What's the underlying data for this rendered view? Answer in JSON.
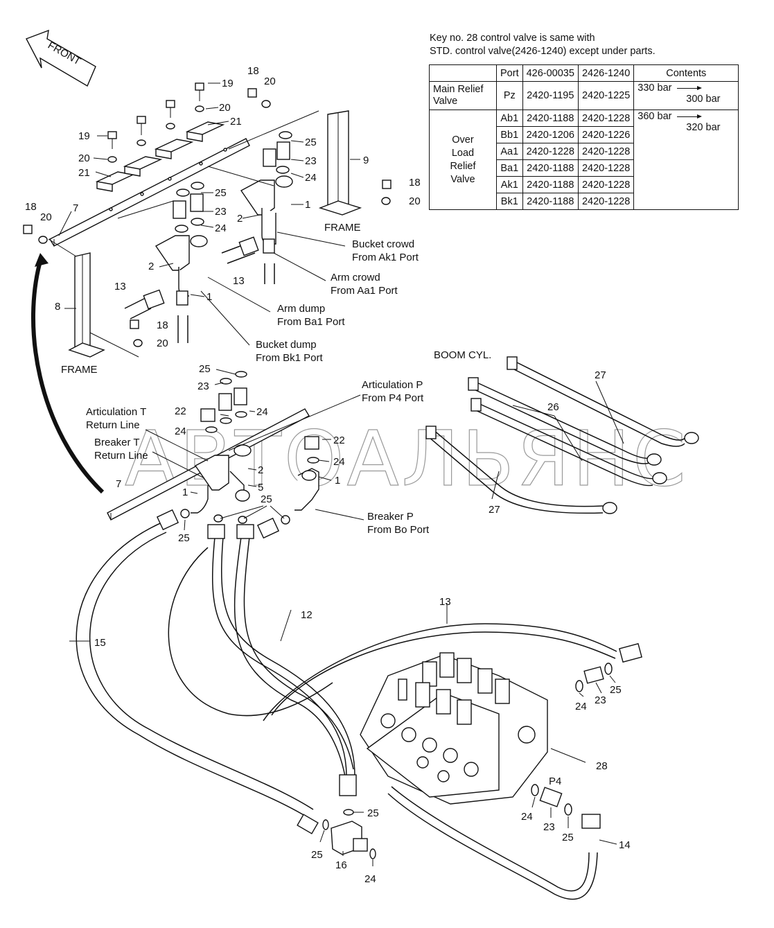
{
  "note": {
    "line1": "Key no. 28 control valve is same with",
    "line2": "STD. control valve(2426-1240) except under parts."
  },
  "table": {
    "headers": [
      "",
      "Port",
      "426-00035",
      "2426-1240",
      "Contents"
    ],
    "main_relief": {
      "name_line1": "Main Relief",
      "name_line2": "Valve",
      "port": "Pz",
      "a": "2420-1195",
      "b": "2420-1225",
      "from": "330 bar",
      "to": "300 bar"
    },
    "overload": {
      "name_lines": [
        "Over",
        "Load",
        "Relief",
        "Valve"
      ],
      "from": "360 bar",
      "to": "320 bar",
      "rows": [
        {
          "port": "Ab1",
          "a": "2420-1188",
          "b": "2420-1228"
        },
        {
          "port": "Bb1",
          "a": "2420-1206",
          "b": "2420-1226"
        },
        {
          "port": "Aa1",
          "a": "2420-1228",
          "b": "2420-1228"
        },
        {
          "port": "Ba1",
          "a": "2420-1188",
          "b": "2420-1228"
        },
        {
          "port": "Ak1",
          "a": "2420-1188",
          "b": "2420-1228"
        },
        {
          "port": "Bk1",
          "a": "2420-1188",
          "b": "2420-1228"
        }
      ]
    }
  },
  "front_label": "FRONT",
  "watermark": "АВТОАЛЬЯНС",
  "texts": {
    "frame_a": "FRAME",
    "frame_b": "FRAME",
    "bucket_crowd_1": "Bucket crowd",
    "bucket_crowd_2": "From Ak1 Port",
    "arm_crowd_1": "Arm crowd",
    "arm_crowd_2": "From Aa1 Port",
    "arm_dump_1": "Arm dump",
    "arm_dump_2": "From Ba1 Port",
    "bucket_dump_1": "Bucket dump",
    "bucket_dump_2": "From Bk1 Port",
    "boom_cyl": "BOOM CYL.",
    "artic_p_1": "Articulation P",
    "artic_p_2": "From P4 Port",
    "artic_t_1": "Articulation T",
    "artic_t_2": "Return Line",
    "breaker_t_1": "Breaker T",
    "breaker_t_2": "Return Line",
    "breaker_p_1": "Breaker P",
    "breaker_p_2": "From Bo Port",
    "p4": "P4"
  },
  "callouts": {
    "c18a": "18",
    "c20a": "20",
    "c19a": "19",
    "c20b": "20",
    "c21a": "21",
    "c19b": "19",
    "c20c": "20",
    "c21b": "21",
    "c25a": "25",
    "c23a": "23",
    "c24a": "24",
    "c9": "9",
    "c18b": "18",
    "c20d": "20",
    "c25b": "25",
    "c23b": "23",
    "c24b": "24",
    "c1a": "1",
    "c2a": "2",
    "c18c": "18",
    "c20e": "20",
    "c7a": "7",
    "c2b": "2",
    "c13a": "13",
    "c13b": "13",
    "c1b": "1",
    "c8": "8",
    "c18d": "18",
    "c20f": "20",
    "c25c": "25",
    "c23c": "23",
    "c22a": "22",
    "c24c": "24",
    "c24d": "24",
    "c22b": "22",
    "c24e": "24",
    "c2c": "2",
    "c1c": "1",
    "c5": "5",
    "c1d": "1",
    "c7b": "7",
    "c25d": "25",
    "c25e": "25",
    "c27a": "27",
    "c26": "26",
    "c27b": "27",
    "c12": "12",
    "c13c": "13",
    "c15": "15",
    "c24f": "24",
    "c23d": "23",
    "c25f": "25",
    "c28": "28",
    "c24g": "24",
    "c23e": "23",
    "c25g": "25",
    "c14": "14",
    "c25h": "25",
    "c25i": "25",
    "c16": "16",
    "c24h": "24"
  }
}
